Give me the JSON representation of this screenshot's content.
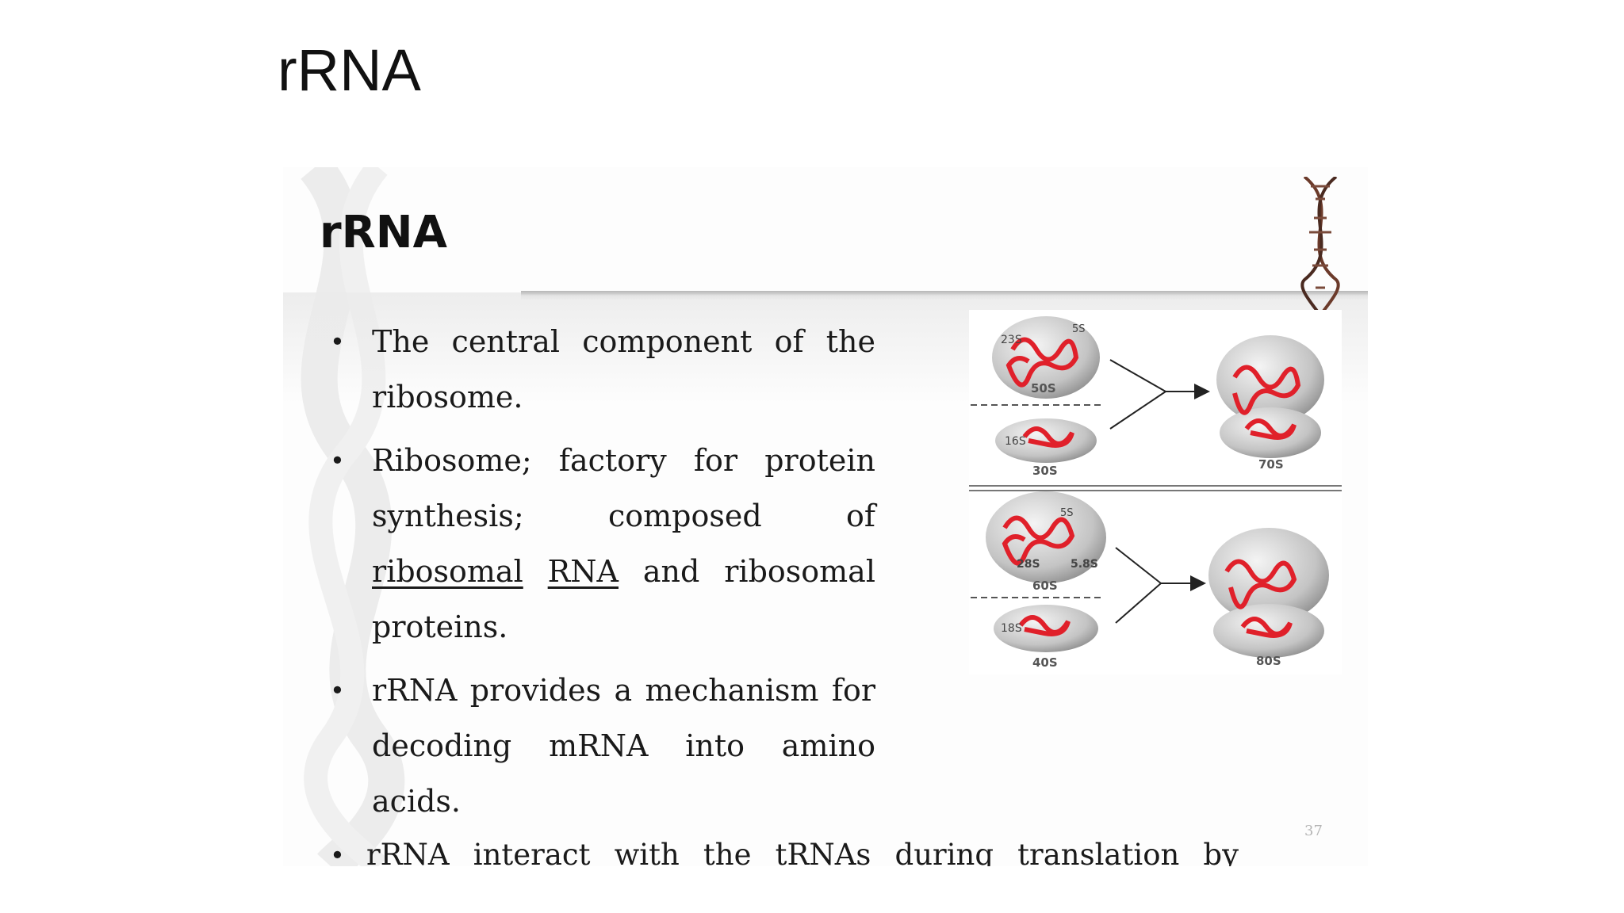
{
  "slide": {
    "title": "rRNA"
  },
  "inner_slide": {
    "heading": "rRNA",
    "bullets": [
      {
        "text": "The central component of the ribosome."
      },
      {
        "text_before": "Ribosome; factory for protein synthesis; composed of ",
        "link1": "ribosomal",
        "space": " ",
        "link2": "RNA",
        "text_after": " and ribosomal proteins."
      },
      {
        "text": "rRNA provides a mechanism for decoding mRNA into amino acids."
      },
      {
        "text": "rRNA interact with the tRNAs during translation by providing peptidyl transferase activity."
      }
    ],
    "page_number": "37"
  },
  "diagram": {
    "prokaryote": {
      "large_subunit": "50S",
      "small_subunit": "30S",
      "complete": "70S",
      "rrna_23": "23S",
      "rrna_5": "5S",
      "rrna_16": "16S"
    },
    "eukaryote": {
      "large_subunit": "60S",
      "small_subunit": "40S",
      "complete": "80S",
      "rrna_28": "28S",
      "rrna_5": "5S",
      "rrna_58": "5.8S",
      "rrna_18": "18S"
    },
    "colors": {
      "rna_strand": "#e0202a",
      "subunit_fill": "#c9c9c9",
      "arrow": "#222222"
    }
  }
}
